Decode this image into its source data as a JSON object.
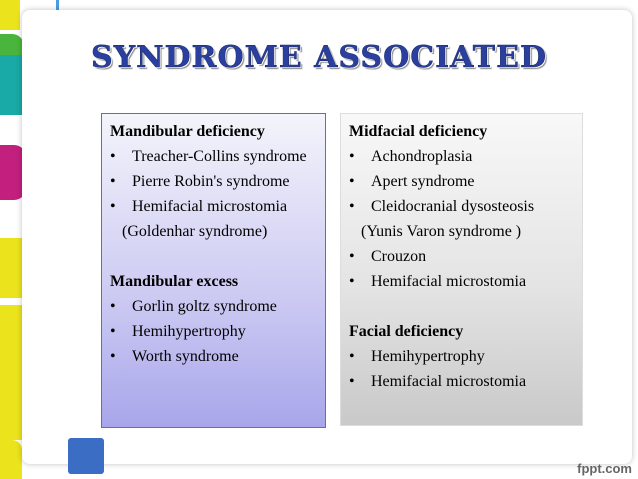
{
  "slide": {
    "title": "SYNDROME  ASSOCIATED"
  },
  "left_box": {
    "mandibular_deficiency": {
      "heading": "Mandibular deficiency",
      "items": [
        "Treacher-Collins syndrome",
        "Pierre Robin's syndrome",
        "Hemifacial microstomia"
      ],
      "note": "(Goldenhar syndrome)"
    },
    "mandibular_excess": {
      "heading": "Mandibular excess",
      "items": [
        "Gorlin goltz syndrome",
        "Hemihypertrophy",
        "Worth syndrome"
      ]
    }
  },
  "right_box": {
    "midfacial_deficiency": {
      "heading": "Midfacial deficiency",
      "items": [
        "Achondroplasia",
        "Apert syndrome",
        "Cleidocranial dysosteosis"
      ],
      "note": "(Yunis Varon syndrome )",
      "items_after": [
        "Crouzon",
        "Hemifacial microstomia"
      ]
    },
    "facial_deficiency": {
      "heading": "Facial deficiency",
      "items": [
        "Hemihypertrophy",
        "Hemifacial microstomia"
      ]
    }
  },
  "watermark": "fppt.com",
  "colors": {
    "title": "#2a3f9e",
    "deco_green": "#49b53c",
    "deco_teal": "#19a9a6",
    "deco_magenta": "#c31f7f",
    "deco_yellow": "#ebe31b",
    "deco_blue": "#3b6dc4"
  }
}
